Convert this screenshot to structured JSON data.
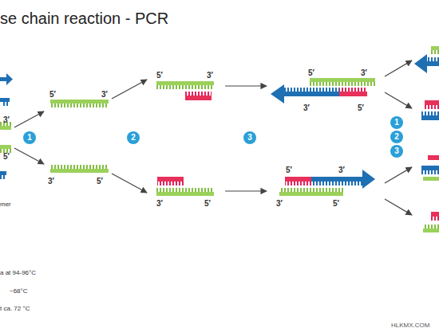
{
  "diagram": {
    "title": "se chain reaction - PCR",
    "nodes": [
      {
        "text": [
          "1"
        ]
      },
      {
        "text": [
          "2"
        ]
      },
      {
        "text": [
          "3"
        ]
      },
      {
        "text": [
          "1"
        ]
      },
      {
        "text": [
          "2"
        ]
      },
      {
        "text": [
          "3"
        ]
      }
    ],
    "labels": [
      "3′",
      "5′",
      "5′",
      "3′",
      "5′",
      "3′",
      "5′",
      "3′",
      "3′",
      "5′",
      "5′",
      "3′",
      "3′",
      "5′",
      "3′",
      "5′",
      "3′",
      "5′",
      "mer",
      "a at 94-96°C",
      "~68°C",
      "t ca. 72 °C",
      "HLKMX.COM"
    ]
  }
}
